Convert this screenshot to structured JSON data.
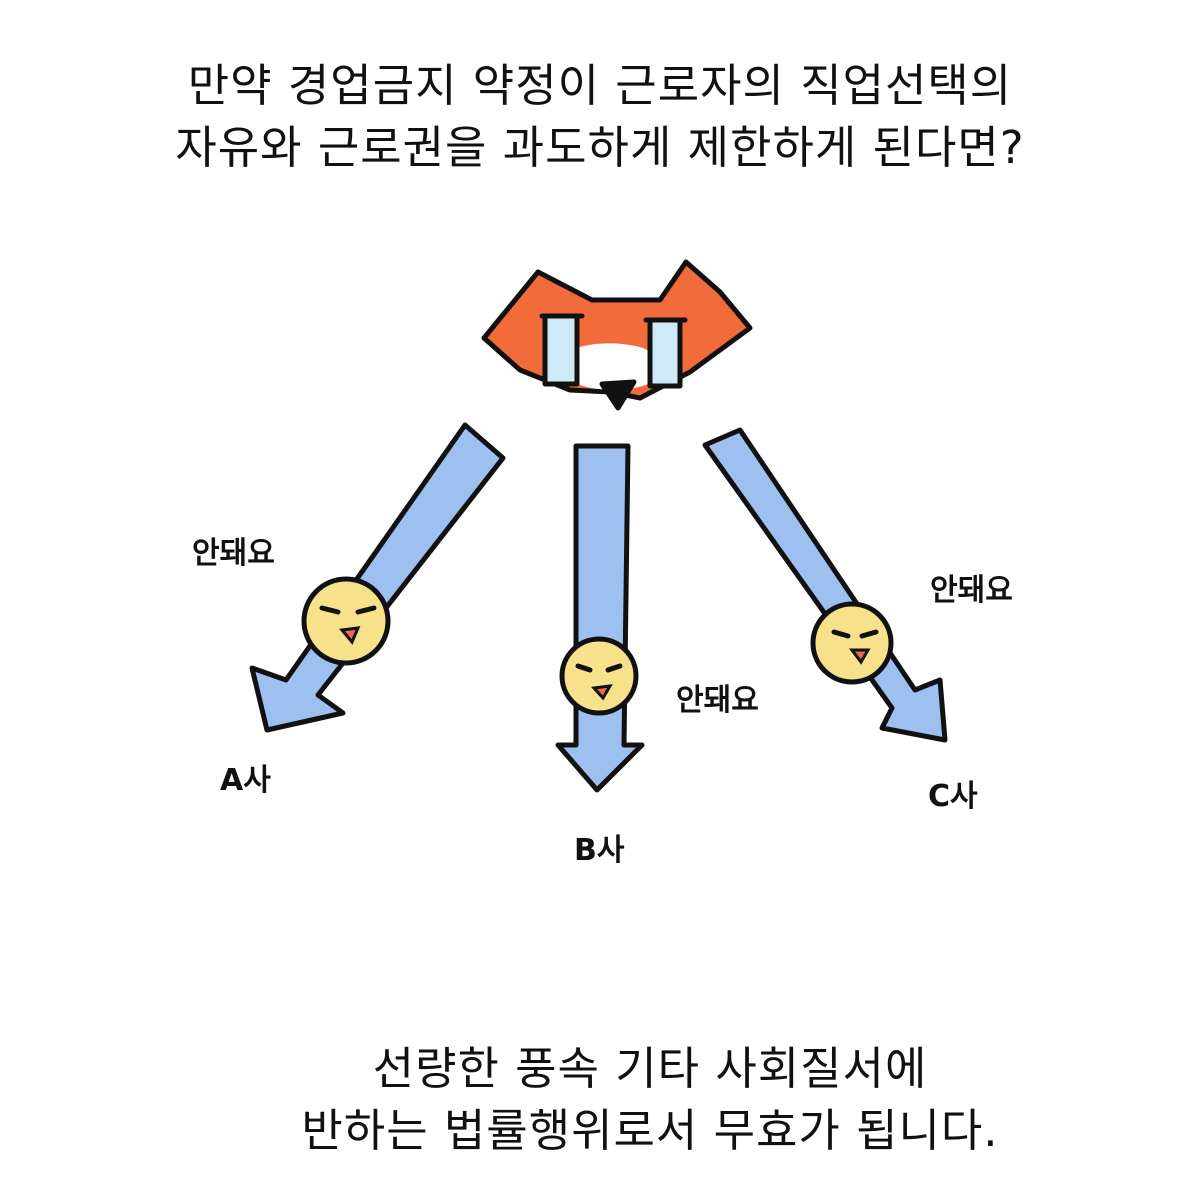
{
  "heading": {
    "line1": "만약 경업금지 약정이 근로자의 직업선택의",
    "line2": "자유와 근로권을 과도하게 제한하게 된다면?"
  },
  "illustration": {
    "speech_a": "안돼요",
    "speech_b": "안돼요",
    "speech_c": "안돼요",
    "company_a": "A사",
    "company_b": "B사",
    "company_c": "C사",
    "colors": {
      "fox": "#f26b3a",
      "arrow": "#9dc0f0",
      "chick": "#f7e18a",
      "tears": "#cfeaf7",
      "beak": "#ef6a45"
    }
  },
  "conclusion": {
    "line1": "선량한 풍속 기타 사회질서에",
    "line2": "반하는 법률행위로서 무효가 됩니다."
  }
}
